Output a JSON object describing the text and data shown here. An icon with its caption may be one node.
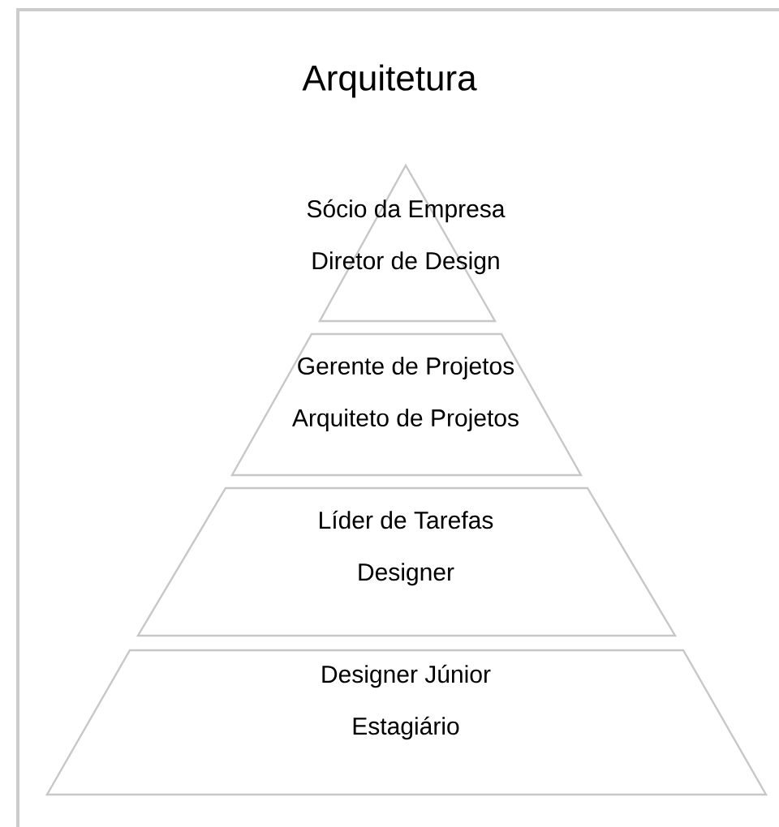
{
  "diagram": {
    "title": "Arquitetura",
    "nodes": [
      {
        "text": [
          "Sócio da Empresa",
          "Diretor de Design"
        ]
      },
      {
        "text": [
          "Gerente de Projetos",
          "Arquiteto de Projetos"
        ]
      },
      {
        "text": [
          "Líder de Tarefas",
          "Designer"
        ]
      },
      {
        "text": [
          "Designer Júnior",
          "Estagiário"
        ]
      }
    ]
  }
}
